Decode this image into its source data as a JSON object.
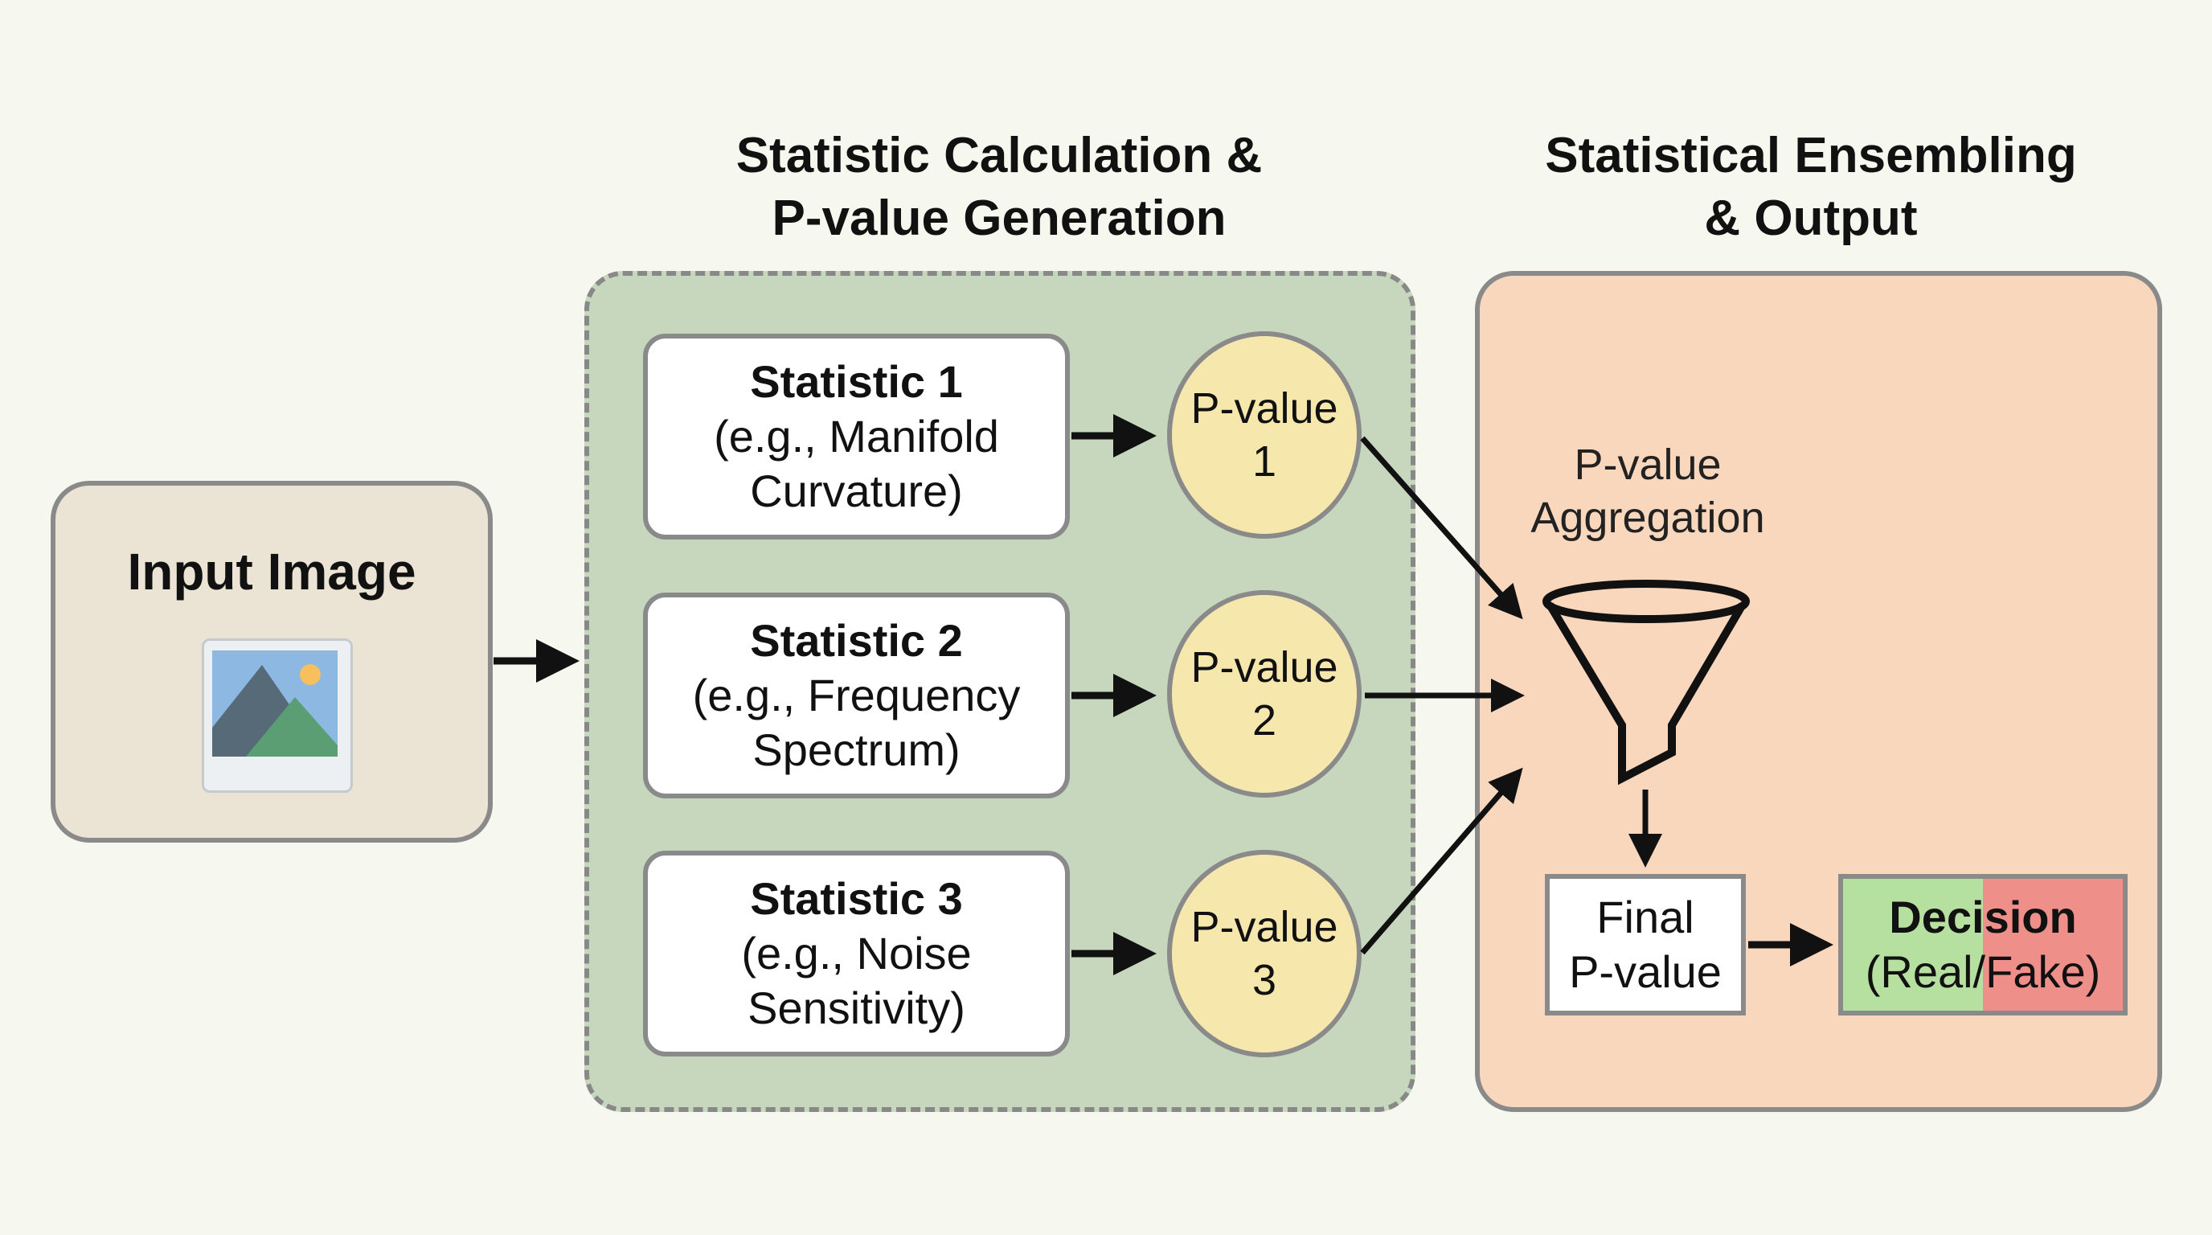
{
  "titles": {
    "middle": [
      "Statistic Calculation &",
      "P-value Generation"
    ],
    "right": [
      "Statistical Ensembling",
      "& Output"
    ]
  },
  "input": {
    "title": "Input Image",
    "icon": "image-icon"
  },
  "statistics": [
    {
      "title": "Statistic 1",
      "lines": [
        "(e.g., Manifold",
        "Curvature)"
      ]
    },
    {
      "title": "Statistic 2",
      "lines": [
        "(e.g., Frequency",
        "Spectrum)"
      ]
    },
    {
      "title": "Statistic 3",
      "lines": [
        "(e.g., Noise",
        "Sensitivity)"
      ]
    }
  ],
  "pvalues": [
    {
      "label": "P-value",
      "index": "1"
    },
    {
      "label": "P-value",
      "index": "2"
    },
    {
      "label": "P-value",
      "index": "3"
    }
  ],
  "aggregation": {
    "lines": [
      "P-value",
      "Aggregation"
    ],
    "icon": "funnel-icon"
  },
  "final": {
    "lines": [
      "Final",
      "P-value"
    ]
  },
  "decision": {
    "title": "Decision",
    "subtitle": "(Real/Fake)"
  },
  "colors": {
    "background": "#f6f7ee",
    "input_fill": "#ebe3d3",
    "stage_green": "#c6d7bd",
    "stage_orange": "#f9d7bc",
    "pvalue_fill": "#f6e8ad",
    "real_green": "#b5e0a0",
    "fake_red": "#ee8f8a",
    "border_gray": "#8a8a8a"
  }
}
